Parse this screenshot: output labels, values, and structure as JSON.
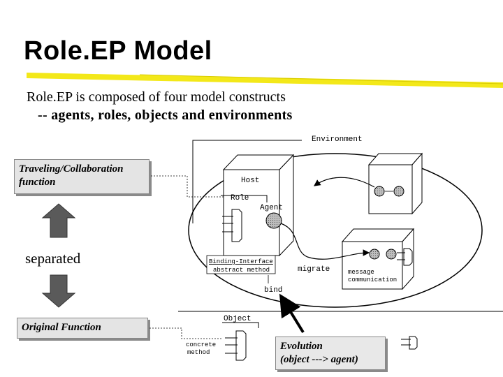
{
  "title": "Role.EP Model",
  "subtitle": {
    "line1": "Role.EP is composed of four model constructs",
    "line2": "-- agents, roles, objects and environments"
  },
  "boxes": {
    "traveling_line1": "Traveling/Collaboration",
    "traveling_line2": "function",
    "separated": "separated",
    "original": "Original Function",
    "evolution_line1": "Evolution",
    "evolution_line2": "(object ---> agent)"
  },
  "diagram_labels": {
    "environment": "Environment",
    "host": "Host",
    "role": "Role",
    "agent": "Agent",
    "binding_interface": "Binding-Interface",
    "abstract_method": "abstract method",
    "migrate": "migrate",
    "message_1": "message",
    "message_2": "communication",
    "bind": "bind",
    "object": "Object",
    "concrete": "concrete",
    "method": "method"
  },
  "colors": {
    "box_fill": "#e4e4e4",
    "highlight": "#f2e600",
    "agent_fill": "#9a9a9a"
  }
}
